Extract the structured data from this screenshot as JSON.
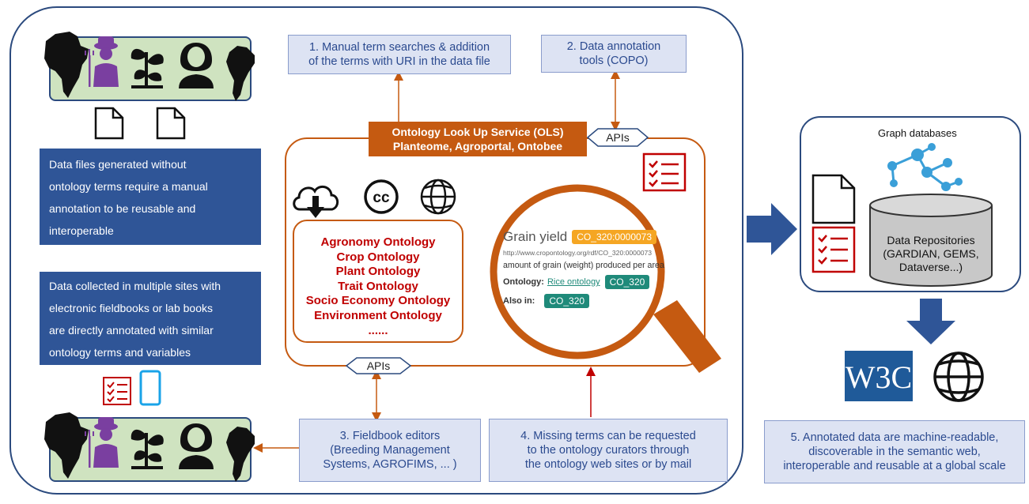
{
  "steps": {
    "step1": [
      "1. Manual term searches & addition",
      "of the terms with URI in the data file"
    ],
    "step2": [
      "2. Data annotation",
      "tools (COPO)"
    ],
    "step3": [
      "3. Fieldbook editors",
      "(Breeding Management",
      "Systems, AGROFIMS, ... )"
    ],
    "step4": [
      "4. Missing terms can be requested",
      "to the ontology curators through",
      "the ontology web sites or by mail"
    ],
    "step5": [
      "5. Annotated data are machine-readable,",
      "discoverable in the semantic web,",
      "interoperable  and reusable at a global scale"
    ]
  },
  "ols": {
    "title": [
      "Ontology Look Up Service (OLS)",
      "Planteome, Agroportal, Ontobee"
    ],
    "api_top": "APIs",
    "api_bottom": "APIs"
  },
  "notes": {
    "manual": [
      "Data files generated without",
      "ontology terms require a manual",
      "annotation to be reusable and",
      "interoperable"
    ],
    "collected": [
      "Data collected in multiple sites with",
      "electronic fieldbooks or lab books",
      "are directly annotated with similar",
      "ontology terms and variables"
    ]
  },
  "ontologies": [
    "Agronomy Ontology",
    "Crop Ontology",
    "Plant Ontology",
    "Trait Ontology",
    "Socio Economy Ontology",
    "Environment Ontology",
    "......"
  ],
  "term_card": {
    "title": "Grain yield",
    "id": "CO_320:0000073",
    "url": "http://www.cropontology.org/rdf/CO_320:0000073",
    "description": "amount of grain (weight) produced per area",
    "ontology_label": "Ontology:",
    "ontology_name": "Rice ontology",
    "ontology_id": "CO_320",
    "also_label": "Also in:",
    "also_id": "CO_320"
  },
  "graph": {
    "title": "Graph databases",
    "repo": [
      "Data Repositories",
      "(GARDIAN, GEMS,",
      "Dataverse...)"
    ]
  },
  "w3c_text": "W3C",
  "colors": {
    "navy": "#2b4a7e",
    "orange": "#c55a11",
    "red": "#c00000",
    "blue_box": "#2f5597",
    "light_box": "#dde3f3",
    "green": "#cfe3c0",
    "teal": "#1f8a7a",
    "amber": "#f5a623",
    "w3c_blue": "#1f5a99"
  },
  "icons": [
    "africa-icon",
    "farmer-icon",
    "seedling-icon",
    "person-icon",
    "south-america-icon",
    "document-icon",
    "checklist-icon",
    "tablet-icon",
    "cloud-download-icon",
    "creative-commons-icon",
    "globe-icon",
    "magnifier-icon",
    "bell-icon",
    "network-graph-icon",
    "database-icon",
    "w3c-logo"
  ]
}
